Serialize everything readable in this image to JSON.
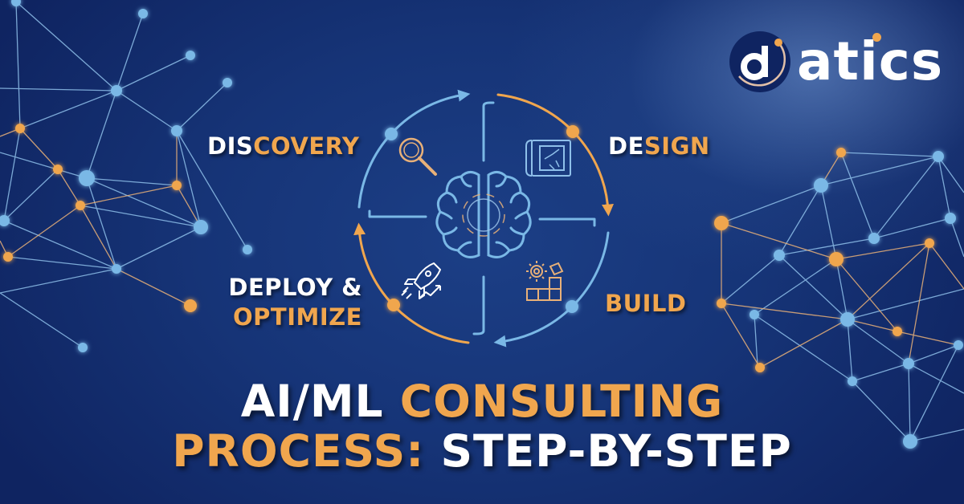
{
  "brand": {
    "logo_letter": "d",
    "logo_word": "atics",
    "full_name": "datics",
    "accent_color": "#f0a64e",
    "circle_color": "#0f2461"
  },
  "cycle": {
    "center_icon": "brain-icon",
    "steps": [
      {
        "id": "discovery",
        "label_white": "DIS",
        "label_orange": "COVERY",
        "icon": "magnifier-icon"
      },
      {
        "id": "design",
        "label_white": "DE",
        "label_orange": "SIGN",
        "icon": "blueprint-icon"
      },
      {
        "id": "build",
        "label_white": "",
        "label_orange": "BUILD",
        "icon": "gear-blocks-icon"
      },
      {
        "id": "deploy",
        "label_white": "DEPLOY &",
        "label_orange": "OPTIMIZE",
        "icon": "rocket-icon"
      }
    ]
  },
  "headline": {
    "line1_white": "AI/ML ",
    "line1_orange": "CONSULTING",
    "line2_orange": "PROCESS:",
    "line2_white": " STEP-BY-STEP"
  },
  "colors": {
    "bg_dark": "#0f2461",
    "bg_mid": "#1c3f86",
    "node_blue": "#7ab8e6",
    "node_orange": "#f0a64e",
    "text_white": "#ffffff"
  }
}
